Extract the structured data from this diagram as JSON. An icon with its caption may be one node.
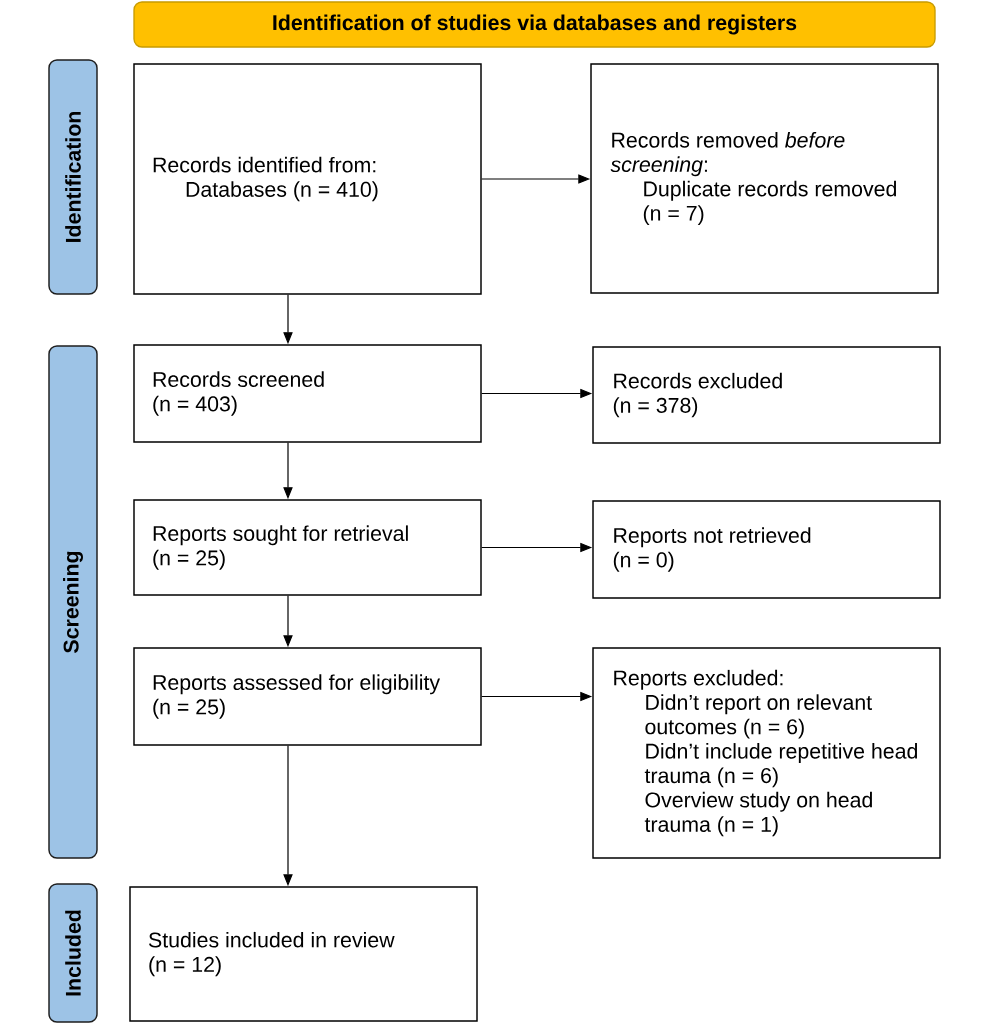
{
  "diagram": {
    "nodes": [
      {
        "text": [
          "Identification of studies via databases and registers"
        ]
      },
      {
        "text": [
          "Identification"
        ]
      },
      {
        "text": [
          "Records identified from:",
          "Databases (n = 410)"
        ]
      },
      {
        "text": [
          "Records removed *before screening*:",
          "Duplicate records removed (n = 7)"
        ]
      },
      {
        "text": [
          "Screening"
        ]
      },
      {
        "text": [
          "Records screened",
          "(n = 403)"
        ]
      },
      {
        "text": [
          "Records excluded",
          "(n = 378)"
        ]
      },
      {
        "text": [
          "Reports sought for retrieval",
          "(n = 25)"
        ]
      },
      {
        "text": [
          "Reports not retrieved",
          "(n = 0)"
        ]
      },
      {
        "text": [
          "Reports assessed for eligibility",
          "(n = 25)"
        ]
      },
      {
        "text": [
          "Reports excluded:",
          "Didn’t report on relevant outcomes (n = 6)",
          "Didn’t include repetitive head trauma (n = 6)",
          "Overview study on head trauma (n = 1)"
        ]
      },
      {
        "text": [
          "Included"
        ]
      },
      {
        "text": [
          "Studies included in review",
          "(n = 12)"
        ]
      }
    ],
    "edges": [
      {
        "from": 2,
        "to": 3,
        "arrow": "to"
      },
      {
        "from": 2,
        "to": 5,
        "arrow": "to"
      },
      {
        "from": 5,
        "to": 6,
        "arrow": "to"
      },
      {
        "from": 5,
        "to": 7,
        "arrow": "to"
      },
      {
        "from": 7,
        "to": 8,
        "arrow": "to"
      },
      {
        "from": 7,
        "to": 9,
        "arrow": "to"
      },
      {
        "from": 9,
        "to": 10,
        "arrow": "to"
      },
      {
        "from": 9,
        "to": 12,
        "arrow": "to"
      }
    ]
  }
}
